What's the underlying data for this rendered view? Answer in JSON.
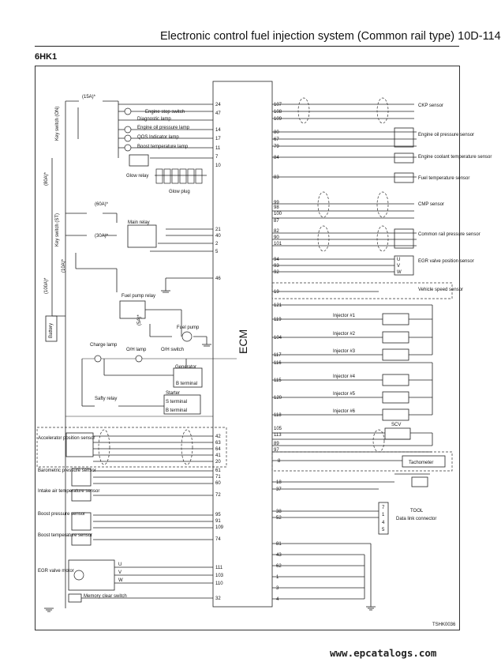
{
  "header": {
    "title": "Electronic control fuel injection system (Common rail type)  10D-114"
  },
  "model": "6HK1",
  "ecm_label": "ECM",
  "figure_ref": "TSHK0036",
  "watermark": "www.epcatalogs.com",
  "fuses": {
    "f15": "(15A)*",
    "f80": "(80A)*",
    "f60": "(60A)*",
    "f30": "(30A)*",
    "f10": "(10A)*",
    "f100": "(100A)*",
    "f5": "(5A)*"
  },
  "switches": {
    "key_on": "Key switch (ON)",
    "key_st": "Key switch (ST)"
  },
  "battery": "Battery",
  "left_components": [
    {
      "pin": "24",
      "label": "Engine stop switch"
    },
    {
      "pin": "47",
      "label": "Diagnostic lamp"
    },
    {
      "pin": "14",
      "label": "Engine oil pressure lamp"
    },
    {
      "pin": "17",
      "label": "QOS Indicator lamp"
    },
    {
      "pin": "11",
      "label": "Boost temperature lamp"
    },
    {
      "pin": "7",
      "label": ""
    },
    {
      "pin": "10",
      "label": ""
    }
  ],
  "glow": {
    "relay": "Glow relay",
    "plug": "Glow plug"
  },
  "main_relay": "Main relay",
  "main_pins": [
    "21",
    "40",
    "2",
    "5"
  ],
  "pin46": "46",
  "fuel_pump_relay": "Fuel pump relay",
  "fuel_pump": "Fuel pump",
  "charge_lamp": "Charge lamp",
  "oh_lamp": "O/H lamp",
  "oh_switch": "O/H switch",
  "generator": {
    "title": "Generator",
    "terminal": "B terminal"
  },
  "safety_relay": "Safty relay",
  "starter": {
    "title": "Starter",
    "s_terminal": "S terminal",
    "b_terminal": "B terminal"
  },
  "left_sensors": [
    {
      "name": "Accelerator position sensor",
      "pins": [
        "42",
        "63",
        "64",
        "41",
        "20"
      ]
    },
    {
      "name": "Barometric pressure sensor",
      "pins": [
        "61",
        "71",
        "60"
      ]
    },
    {
      "name": "Intake air temperature sensor",
      "pins": [
        "72"
      ]
    },
    {
      "name": "Boost pressure sensor",
      "pins": [
        "95",
        "91",
        "109"
      ]
    },
    {
      "name": "Boost temperature sensor",
      "pins": [
        "74"
      ]
    },
    {
      "name": "EGR valve motor",
      "pins": [
        "111",
        "103",
        "110"
      ]
    },
    {
      "name": "Memory clear switch",
      "pins": [
        "32"
      ]
    }
  ],
  "uvw": [
    "U",
    "V",
    "W"
  ],
  "right_groups": [
    {
      "name": "CKP sensor",
      "pins": [
        "107",
        "108",
        "109"
      ]
    },
    {
      "name": "Engine oil pressure sensor",
      "pins": [
        "80",
        "67",
        "79"
      ]
    },
    {
      "name": "Engine coolant temperature sensor",
      "pins": [
        "84"
      ]
    },
    {
      "name": "Fuel temperature sensor",
      "pins": [
        "83"
      ]
    },
    {
      "name": "CMP sensor",
      "pins": [
        "99",
        "98",
        "100",
        "87"
      ]
    },
    {
      "name": "Common rail pressure sensor",
      "pins": [
        "82",
        "90",
        "101"
      ]
    },
    {
      "name": "EGR valve position sensor",
      "pins": [
        "94",
        "93",
        "92"
      ]
    },
    {
      "name": "Vehicle speed sensor",
      "pins": [
        "19"
      ]
    }
  ],
  "injector_pins": [
    "121",
    "119",
    "104",
    "117",
    "116",
    "115",
    "120",
    "118"
  ],
  "injectors": [
    "Injector #1",
    "Injector #2",
    "Injector #3",
    "Injector #4",
    "Injector #5",
    "Injector #6"
  ],
  "scv": {
    "name": "SCV",
    "pins": [
      "105",
      "113",
      "89",
      "97"
    ]
  },
  "tachometer": {
    "name": "Tachometer",
    "pin": "8"
  },
  "tool": {
    "name": "TOOL",
    "connector": "Data link connector",
    "pins": [
      "18",
      "37",
      "38",
      "52"
    ],
    "conn_pins": [
      "7",
      "1",
      "4",
      "5"
    ]
  },
  "ground_pins": [
    "81",
    "43",
    "62",
    "1",
    "3",
    "4"
  ]
}
